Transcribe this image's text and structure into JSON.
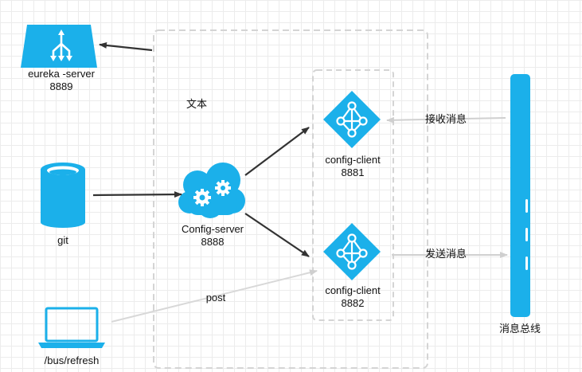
{
  "colors": {
    "accent": "#1bb0ea",
    "arrow": "#333333",
    "arrow_light": "#d0d0d0",
    "border": "#cfcfcf"
  },
  "nodes": {
    "eureka": {
      "name": "eureka -server",
      "port": "8889",
      "icon": "share-icon"
    },
    "git": {
      "name": "git",
      "icon": "database-icon"
    },
    "laptop": {
      "name": "/bus/refresh",
      "icon": "laptop-icon"
    },
    "config_server": {
      "name": "Config-server",
      "port": "8888",
      "icon": "gears-cloud-icon"
    },
    "client1": {
      "name": "config-client",
      "port": "8881",
      "icon": "network-icon"
    },
    "client2": {
      "name": "config-client",
      "port": "8882",
      "icon": "network-icon"
    },
    "bus": {
      "name": "消息总线",
      "icon": "phone-bar-icon"
    }
  },
  "labels": {
    "text": "文本",
    "receive": "接收消息",
    "send": "发送消息",
    "post": "post"
  }
}
